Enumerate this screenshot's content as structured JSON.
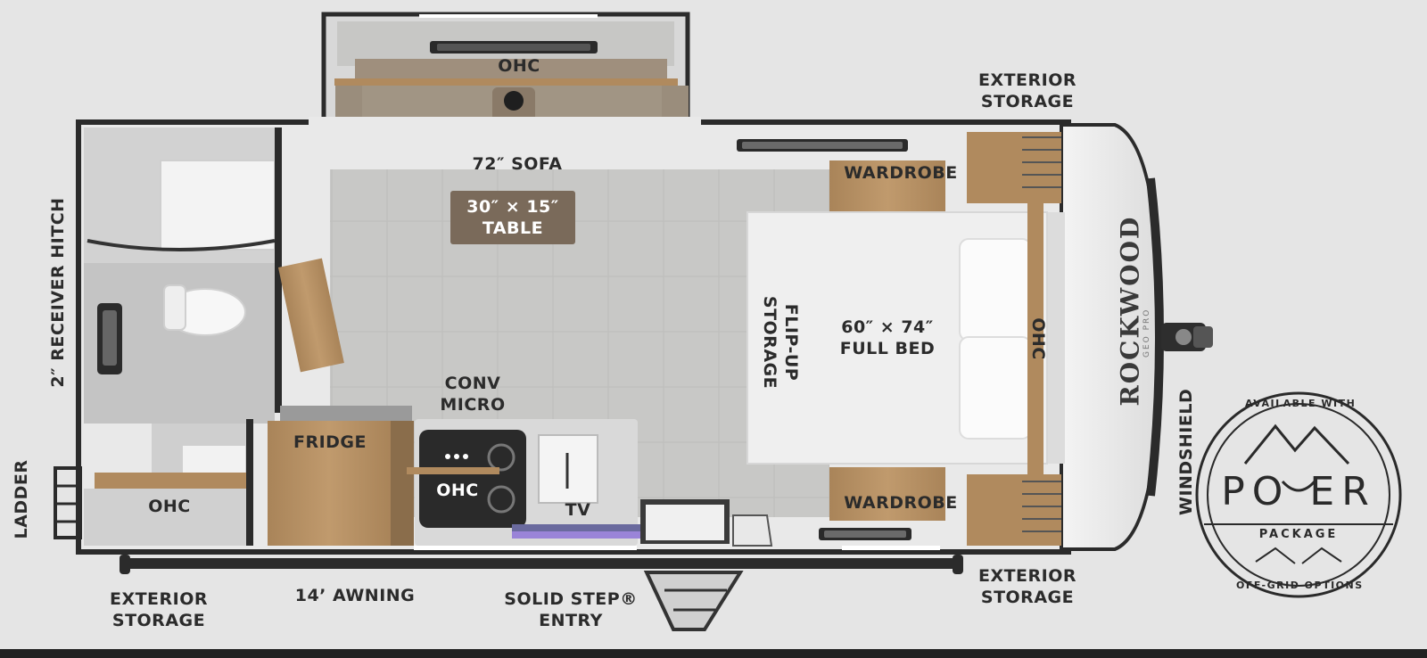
{
  "labels": {
    "ohc_top": "OHC",
    "sofa": "72″ SOFA",
    "table_size": "30″ × 15″",
    "table": "TABLE",
    "exterior_storage_tr_1": "EXTERIOR",
    "exterior_storage_tr_2": "STORAGE",
    "wardrobe_top": "WARDROBE",
    "wardrobe_bottom": "WARDROBE",
    "flip_up_1": "FLIP-UP",
    "flip_up_2": "STORAGE",
    "bed_size": "60″ × 74″",
    "bed": "FULL BED",
    "ohc_bed": "OHC",
    "conv_1": "CONV",
    "conv_2": "MICRO",
    "fridge": "FRIDGE",
    "ohc_kitchen": "OHC",
    "tv": "TV",
    "ohc_rear": "OHC",
    "receiver_hitch": "2″ RECEIVER HITCH",
    "ladder": "LADDER",
    "windshield": "WINDSHIELD",
    "exterior_storage_bl_1": "EXTERIOR",
    "exterior_storage_bl_2": "STORAGE",
    "awning": "14’ AWNING",
    "entry_1": "SOLID STEP®",
    "entry_2": "ENTRY",
    "exterior_storage_br_1": "EXTERIOR",
    "exterior_storage_br_2": "STORAGE"
  },
  "brand": {
    "name": "ROCKWOOD",
    "sub": "GEO PRO"
  },
  "badge": {
    "top": "AVAILABLE WITH",
    "main": "PO ER",
    "package": "PACKAGE",
    "bottom": "OFF-GRID OPTIONS"
  },
  "colors": {
    "background": "#e5e5e5",
    "wall": "#2b2b2b",
    "floor": "#c9c9c7",
    "wood": "#b08a5e",
    "sofa": "#8b7b69",
    "table": "#7a6a5a"
  }
}
